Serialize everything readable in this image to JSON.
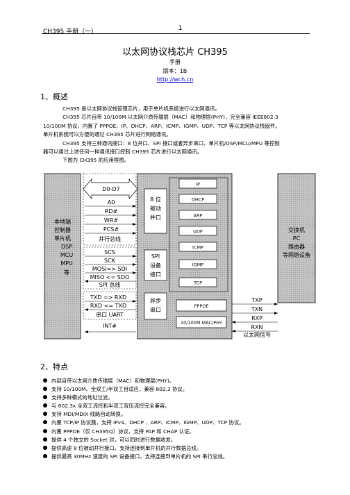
{
  "header": {
    "doc_label": "CH395 手册（一）",
    "page_number": "1"
  },
  "title": "以太网协议栈芯片 CH395",
  "meta": {
    "kind": "手册",
    "version": "版本：1B",
    "url": "http://wch.cn"
  },
  "section1": {
    "heading": "1、概述",
    "paragraphs": [
      "CH395 是以太网协议栈管理芯片，用于单片机系统进行以太网通讯。",
      "CH395 芯片自带 10/100M 以太网介质传输层（MAC）和物理层(PHY)，完全兼容 IEEE802.3",
      "10/100M 协议，内置了 PPPOE、IP、DHCP、ARP、ICMP、IGMP、UDP、TCP 等以太网协议栈固件。",
      "单片机系统可以方便的通过 CH395 芯片进行网络通讯。",
      "CH395 支持三种通讯接口：8 位并口、SPI 接口或者异步串口，单片机/DSP/MCU/MPU 等控制",
      "器可以通过上述任何一种通讯接口控制 CH395 芯片进行以太网通讯。",
      "下图为 CH395 的应用框图。"
    ]
  },
  "diagram": {
    "left_block": [
      "本地端",
      "控制器",
      "单片机",
      "DSP",
      "MCU",
      "MPU",
      "等"
    ],
    "parallel_signals": [
      "D0-D7",
      "A0",
      "RD#",
      "WR#",
      "PCS#"
    ],
    "parallel_label": "并行总线",
    "spi_signals": [
      "SCS",
      "SCK",
      "MOSI=> SDI",
      "MISO <= SDO"
    ],
    "spi_label": "SPI 总线",
    "uart_signals": [
      "TXD => RXD",
      "RXD <= TXD"
    ],
    "uart_label": "串口 UART",
    "int_signal": "INT#",
    "parallel_if": [
      "8 位",
      "被动",
      "并口"
    ],
    "spi_if": [
      "SPI",
      "设备",
      "接口"
    ],
    "uart_if": [
      "异步",
      "串口"
    ],
    "protocols": [
      "IP",
      "DHCP",
      "ARP",
      "UDP",
      "ICMP",
      "IGMP",
      "TCP"
    ],
    "pppoe": "PPPOE",
    "mac_phy": "10/100M MAC/PHY",
    "eth_signals": [
      "TXP",
      "TXN",
      "RXP",
      "RXN"
    ],
    "eth_label": "以太网信号",
    "right_block": [
      "交换机",
      "PC",
      "路由器",
      "等网络设备"
    ]
  },
  "section2": {
    "heading": "2、特点",
    "features": [
      "内部自带以太网介质传输层（MAC）和物理层(PHY)。",
      "支持 10/100M、全双工/半双工自适应，兼容 802.3 协议。",
      "支持多种模式的地址过滤。",
      "与 802.3x 全双工流控和半双工背压流控完全兼容。",
      "支持 MDI/MDIX 线路自动转换。",
      "内置 TCP/IP 协议簇，支持 IPv4、DHCP 、ARP、ICMP、IGMP、UDP、TCP 协议。",
      "内置 PPPOE（仅 CH395Q）协议，支持 PAP 和 CHAP 认证。",
      "提供 4 个独立的 Socket 对，可以同时进行数据收发。",
      "提供高速 8 位被动并行接口，支持连接到单片机的并行数据总线。",
      "提供最高 30MHz 速度的 SPI 设备接口，支持连接到单片机的 SPI 串行总线。"
    ]
  }
}
